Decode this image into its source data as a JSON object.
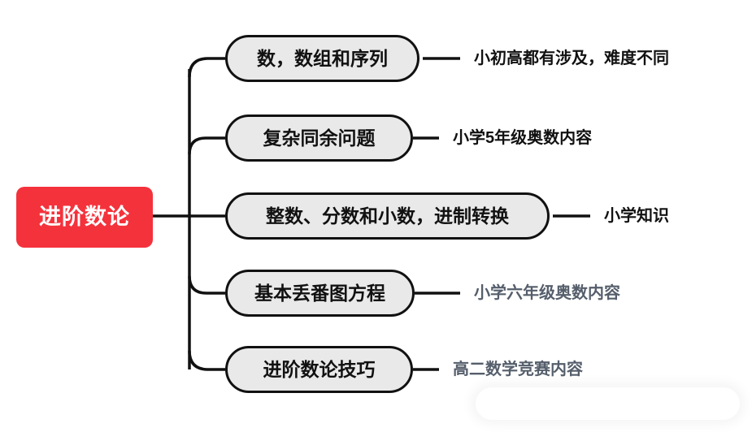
{
  "diagram": {
    "type": "mind-map",
    "title": "进阶数论",
    "root": {
      "label": "进阶数论",
      "fill_color": "#f4323c",
      "text_color": "#ffffff"
    },
    "node_style": {
      "fill_color": "#e9e9e9",
      "border_color": "#111111",
      "text_color": "#111111"
    },
    "connector_color": "#111111",
    "branches": [
      {
        "label": "数，数组和序列",
        "note": "小初高都有涉及，难度不同",
        "note_color": "#111111"
      },
      {
        "label": "复杂同余问题",
        "note": "小学5年级奥数内容",
        "note_color": "#111111"
      },
      {
        "label": "整数、分数和小数，进制转换",
        "note": "小学知识",
        "note_color": "#111111"
      },
      {
        "label": "基本丢番图方程",
        "note": "小学六年级奥数内容",
        "note_color": "#555e6b"
      },
      {
        "label": "进阶数论技巧",
        "note": "高二数学竞赛内容",
        "note_color": "#555e6b"
      }
    ]
  }
}
